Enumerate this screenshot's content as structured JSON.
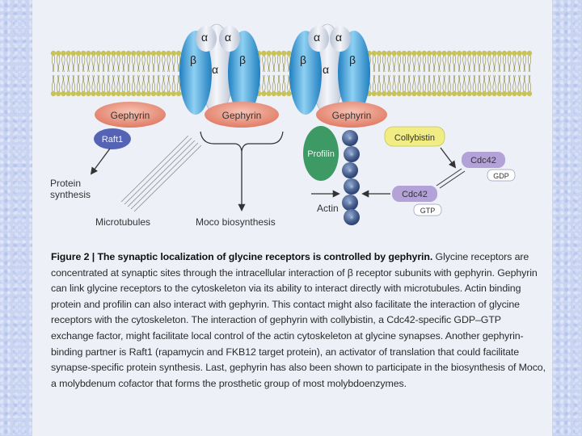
{
  "greek": {
    "alpha": "α",
    "beta": "β"
  },
  "labels": {
    "gephyrin": "Gephyrin",
    "raft1": "Raft1",
    "profilin": "Profilin",
    "collybistin": "Collybistin",
    "cdc42": "Cdc42",
    "gdp": "GDP",
    "gtp": "GTP",
    "actin": "Actin",
    "protein_synthesis_1": "Protein",
    "protein_synthesis_2": "synthesis",
    "microtubules": "Microtubules",
    "moco": "Moco biosynthesis"
  },
  "caption": {
    "lead": "Figure 2 | The synaptic localization of glycine receptors is controlled by gephyrin.",
    "body": " Glycine receptors are concentrated at synaptic sites through the intracellular interaction of β receptor subunits with gephyrin. Gephyrin can link glycine receptors to the cytoskeleton via its ability to interact directly with microtubules. Actin binding protein and profilin can also interact with gephyrin. This contact might also facilitate the interaction of glycine receptors with the cytoskeleton. The interaction of gephyrin with collybistin, a Cdc42-specific GDP–GTP exchange factor, might facilitate local control of the actin cytoskeleton at glycine synapses. Another gephyrin-binding partner is Raft1 (rapamycin and FKB12 target protein), an activator of translation that could facilitate synapse-specific protein synthesis. Last, gephyrin has also been shown to participate in the biosynthesis of Moco, a molybdenum cofactor that forms the prosthetic group of most molybdoenzymes."
  },
  "colors": {
    "membrane_head": "#c7c35a",
    "beta_subunit": "#4aa8dc",
    "alpha_subunit": "#dde3ec",
    "gephyrin": "#ef9a86",
    "raft1": "#5563b5",
    "profilin": "#3d9a64",
    "collybistin": "#f1ec84",
    "cdc42": "#b3a2d8",
    "actin": "#3f5a8c"
  }
}
